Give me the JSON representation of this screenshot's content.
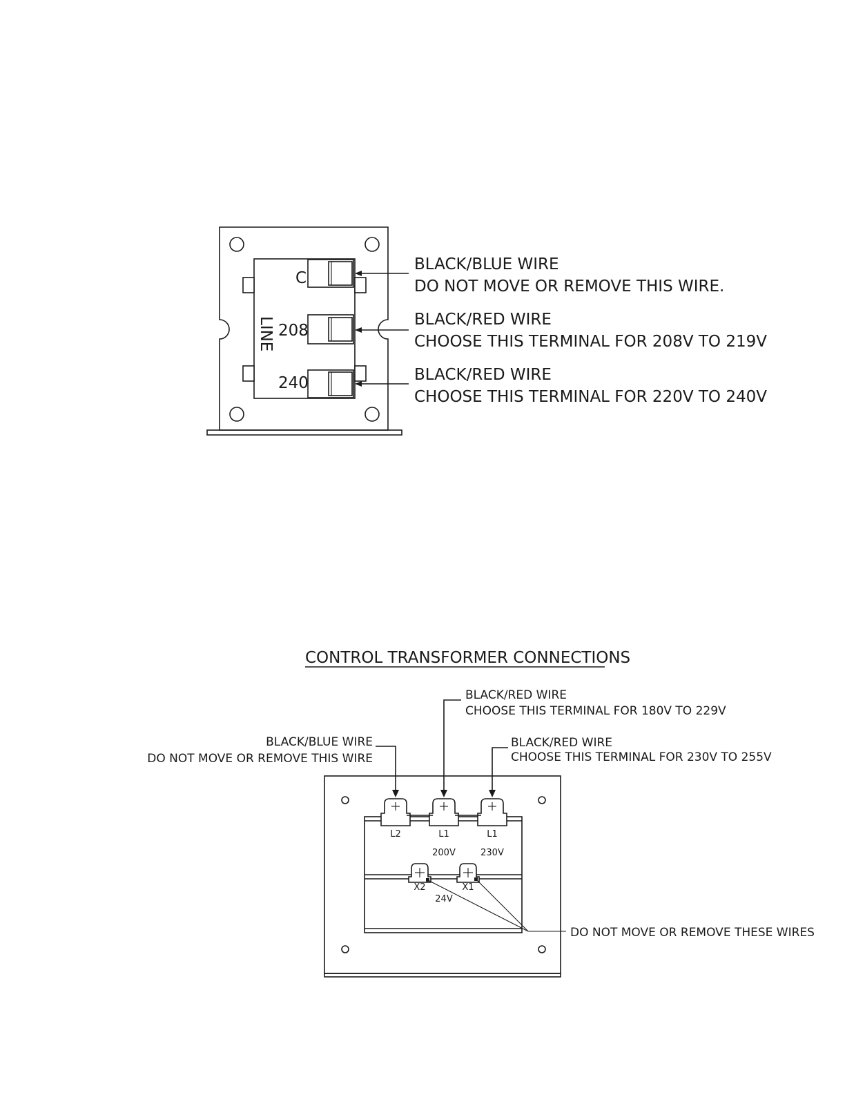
{
  "relay": {
    "terminals": {
      "c": "C",
      "t208": "208",
      "t240": "240",
      "side": "LINE"
    },
    "callouts": [
      {
        "title": "BLACK/BLUE WIRE",
        "note": "DO NOT MOVE OR REMOVE THIS WIRE."
      },
      {
        "title": "BLACK/RED WIRE",
        "note": "CHOOSE THIS TERMINAL FOR 208V TO 219V"
      },
      {
        "title": "BLACK/RED WIRE",
        "note": "CHOOSE THIS TERMINAL FOR 220V TO 240V"
      }
    ]
  },
  "transformer": {
    "title": "CONTROL TRANSFORMER CONNECTIONS",
    "callouts": {
      "left": {
        "title": "BLACK/BLUE WIRE",
        "note": "DO NOT MOVE OR REMOVE THIS WIRE"
      },
      "middle": {
        "title": "BLACK/RED WIRE",
        "note": "CHOOSE THIS TERMINAL FOR 180V TO 229V"
      },
      "right": {
        "title": "BLACK/RED WIRE",
        "note": "CHOOSE THIS TERMINAL FOR 230V TO 255V"
      },
      "secondary": "DO NOT MOVE OR REMOVE THESE WIRES"
    },
    "labels": {
      "l2": "L2",
      "l1a": "L1",
      "l1b": "L1",
      "v200": "200V",
      "v230": "230V",
      "x2": "X2",
      "x1": "X1",
      "v24": "24V"
    }
  }
}
